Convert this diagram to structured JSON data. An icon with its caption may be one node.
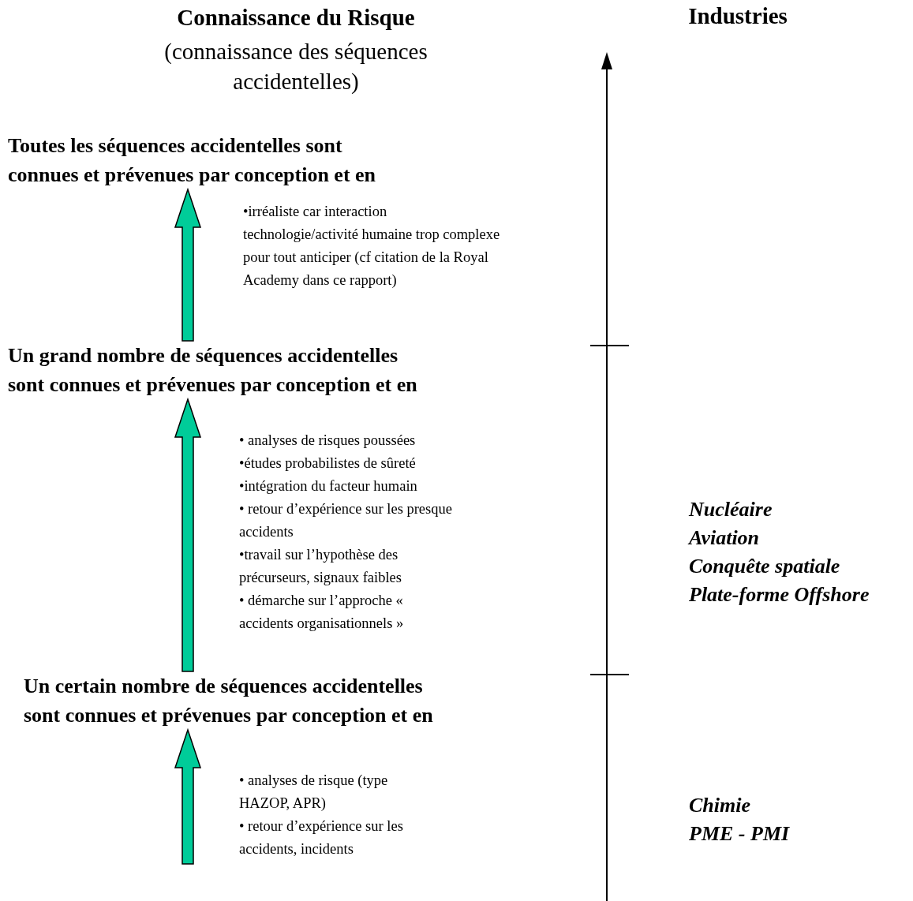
{
  "diagram": {
    "title": "Connaissance du Risque",
    "nodes": [
      {
        "text": [
          "Toutes les séquences accidentelles sont connues et prévenues par conception et en"
        ]
      },
      {
        "text": [
          "Un grand nombre de séquences accidentelles sont connues et prévenues par conception et en"
        ]
      },
      {
        "text": [
          "Un certain nombre de séquences accidentelles sont connues et prévenues par conception et en"
        ]
      }
    ],
    "edges": [
      {
        "from": 1,
        "to": 0,
        "arrow": "to"
      },
      {
        "from": 2,
        "to": 1,
        "arrow": "to"
      },
      {
        "from": null,
        "to": 2,
        "arrow": "to"
      }
    ],
    "labels": [
      "(connaissance des séquences accidentelles)",
      "Industries",
      "•irréaliste car interaction technologie/activité humaine trop complexe pour tout anticiper (cf citation de la Royal Academy dans ce rapport)",
      "• analyses de risques poussées",
      "•études probabilistes de sûreté",
      "•intégration du facteur humain",
      "• retour d’expérience sur les presque accidents",
      "•travail sur l’hypothèse des précurseurs, signaux faibles",
      "• démarche sur l’approche « accidents organisationnels »",
      "Nucléaire",
      "Aviation",
      "Conquête spatiale",
      "Plate-forme Offshore",
      "• analyses de risque (type HAZOP, APR)",
      "• retour d’expérience sur les accidents, incidents",
      "Chimie",
      "PME - PMI"
    ]
  }
}
